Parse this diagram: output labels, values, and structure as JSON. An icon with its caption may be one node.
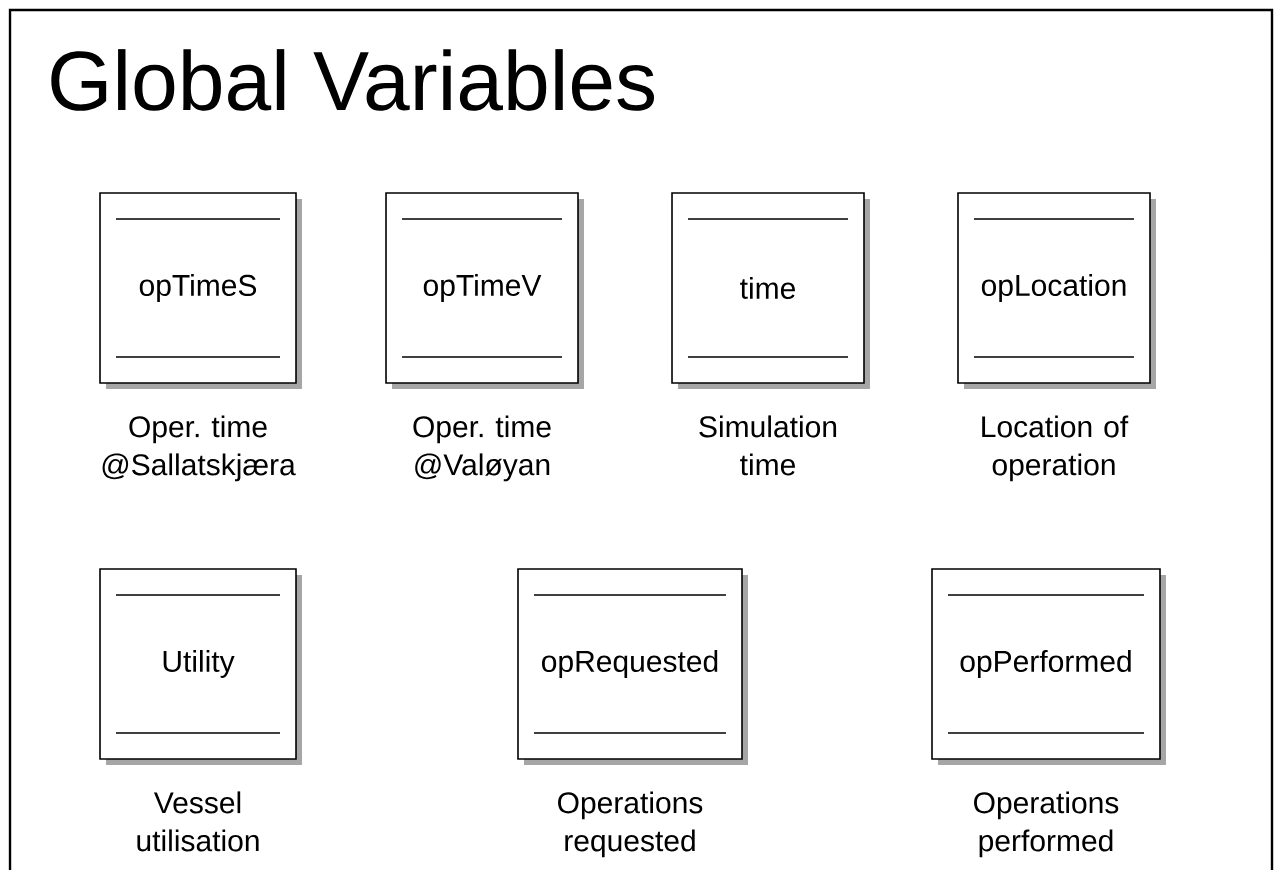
{
  "diagram": {
    "title": "Global Variables",
    "nodes": [
      {
        "text": [
          "opTimeS"
        ],
        "beside": [
          "Oper. time @Sallatskjæra"
        ]
      },
      {
        "text": [
          "opTimeV"
        ],
        "beside": [
          "Oper. time @Valøyan"
        ]
      },
      {
        "text": [
          "time"
        ],
        "beside": [
          "Simulation time"
        ]
      },
      {
        "text": [
          "opLocation"
        ],
        "beside": [
          "Location of operation"
        ]
      },
      {
        "text": [
          "Utility"
        ],
        "beside": [
          "Vessel utilisation"
        ]
      },
      {
        "text": [
          "opRequested"
        ],
        "beside": [
          "Operations requested"
        ]
      },
      {
        "text": [
          "opPerformed"
        ],
        "beside": [
          "Operations performed"
        ]
      }
    ]
  }
}
